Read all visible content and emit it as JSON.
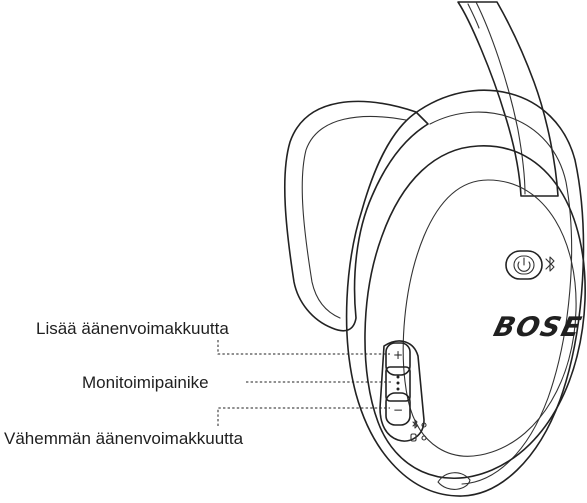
{
  "labels": {
    "volume_up": "Lisää äänenvoimakkuutta",
    "multi_function": "Monitoimipainike",
    "volume_down": "Vähemmän äänenvoimakkuutta"
  },
  "brand": "BOSE",
  "button_symbols": {
    "plus": "+",
    "minus": "−"
  },
  "colors": {
    "housing_fill": "#e6e6e6",
    "cushion_fill": "#dcdcdc",
    "outline": "#222222",
    "text": "#1f1f1f"
  }
}
